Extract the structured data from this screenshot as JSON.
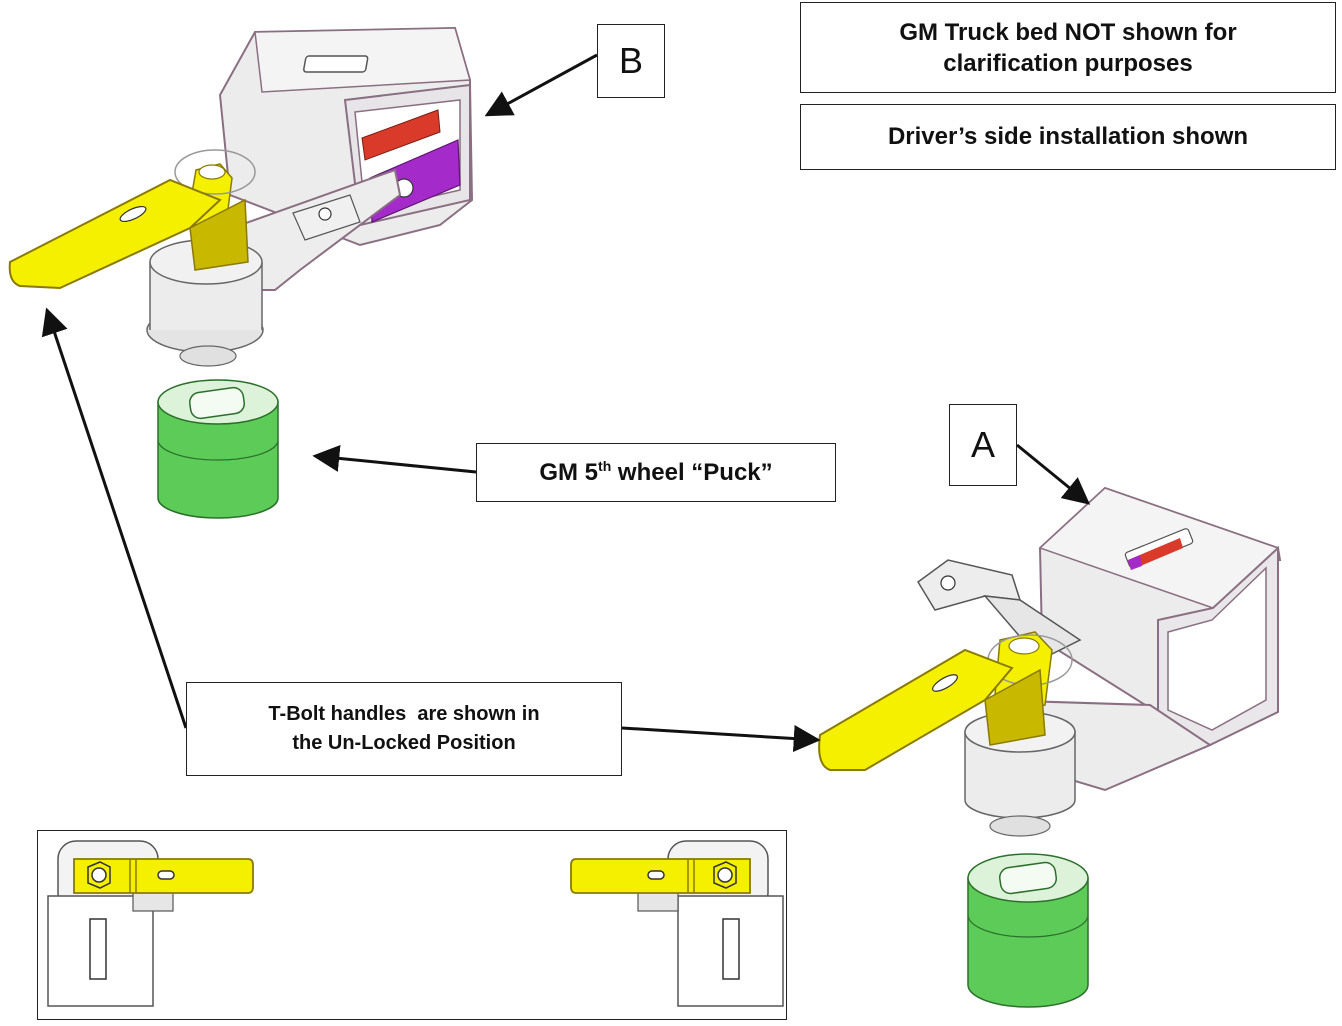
{
  "notes": {
    "bed_line1": "GM Truck bed NOT shown for",
    "bed_line2": "clarification purposes",
    "side": "Driver’s side installation shown"
  },
  "callouts": {
    "puck_prefix": "GM 5",
    "puck_sup": "th",
    "puck_suffix": " wheel “Puck”",
    "tbolt_line1": "T-Bolt handles  are shown in",
    "tbolt_line2": "the Un-Locked Position"
  },
  "labels": {
    "a": "A",
    "b": "B"
  },
  "colors": {
    "bracket": "#ecebec",
    "bracket_outline": "#8a6f82",
    "handle": "#f5f000",
    "handle_dark": "#c9b800",
    "puck_green": "#5ccb58",
    "puck_top": "#dcf3da",
    "red_part": "#d93a2a",
    "purple_part": "#a42bc9",
    "metal": "#e3e3e3"
  }
}
